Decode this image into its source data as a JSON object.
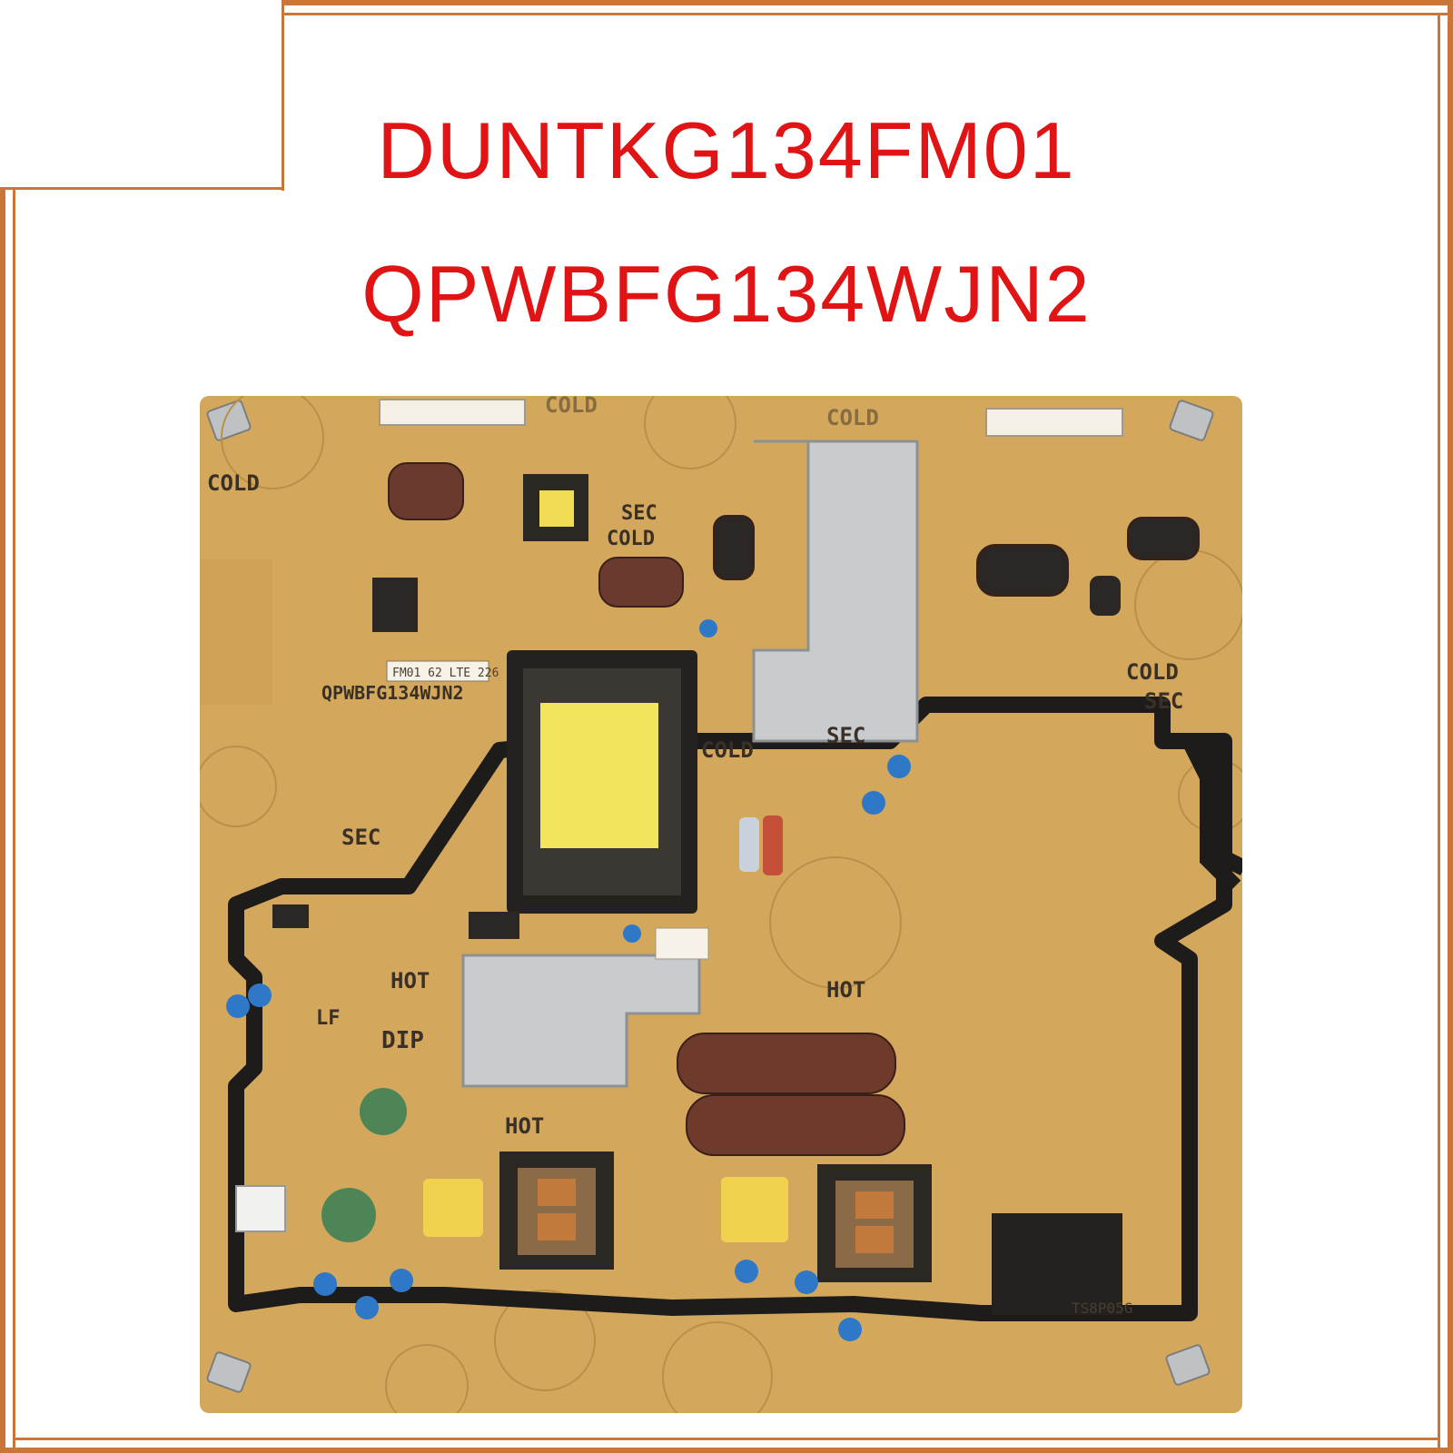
{
  "header": {
    "line1": "DUNTKG134FM01",
    "line2": "QPWBFG134WJN2"
  },
  "colors": {
    "title_red": "#e01414",
    "frame_orange": "#c8763a",
    "board": "#d4a85c",
    "trace": "#1e1c1a"
  },
  "board": {
    "zone_labels": [
      "COLD",
      "COLD",
      "COLD",
      "SEC",
      "COLD",
      "COLD",
      "SEC",
      "COLD",
      "SEC",
      "SEC",
      "HOT",
      "HOT",
      "HOT",
      "DIP"
    ],
    "sticker": "FM01 62 LTE 226",
    "part_number": "QPWBFG134WJN2",
    "bridge_marking": "TS8P05G",
    "lf_mark": "LF"
  }
}
